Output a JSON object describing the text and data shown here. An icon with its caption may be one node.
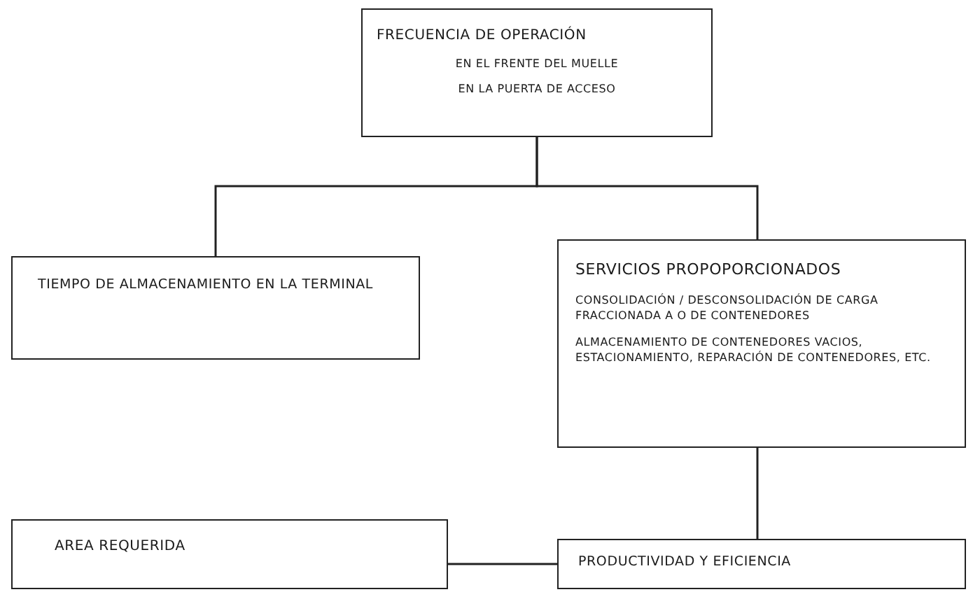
{
  "diagram": {
    "nodes": [
      {
        "text": [
          "FRECUENCIA DE OPERACIÓN",
          "EN EL FRENTE DEL MUELLE",
          "EN LA PUERTA DE ACCESO"
        ]
      },
      {
        "text": [
          "TIEMPO DE ALMACENAMIENTO EN LA TERMINAL"
        ]
      },
      {
        "text": [
          "SERVICIOS PROPOPORCIONADOS",
          "CONSOLIDACIÓN / DESCONSOLIDACIÓN DE CARGA FRACCIONADA A O DE CONTENEDORES",
          "ALMACENAMIENTO DE CONTENEDORES VACIOS, ESTACIONAMIENTO, REPARACIÓN DE CONTENEDORES, ETC."
        ]
      },
      {
        "text": [
          "AREA REQUERIDA"
        ]
      },
      {
        "text": [
          "PRODUCTIVIDAD Y EFICIENCIA"
        ]
      }
    ],
    "edges": [
      {
        "from": 0,
        "to": 1,
        "arrow": "none"
      },
      {
        "from": 0,
        "to": 2,
        "arrow": "none"
      },
      {
        "from": 2,
        "to": 4,
        "arrow": "none"
      },
      {
        "from": 3,
        "to": 4,
        "arrow": "none"
      }
    ]
  }
}
